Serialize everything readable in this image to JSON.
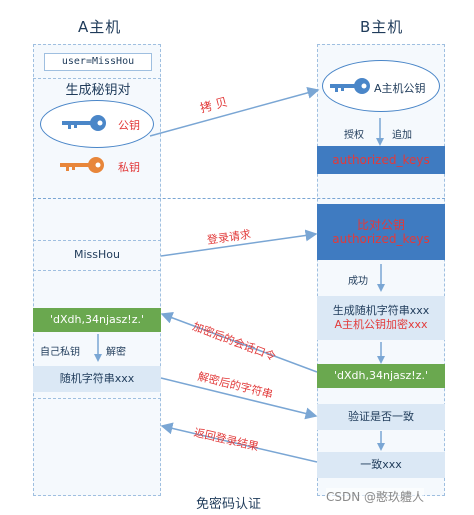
{
  "left_host": "A主机",
  "right_host": "B主机",
  "user_label": "user=MissHou",
  "gen_keypair": "生成秘钥对",
  "public_key": "公钥",
  "private_key": "私钥",
  "copy_label": "拷 贝",
  "a_pubkey": "A主机公钥",
  "authorize": "授权",
  "append": "追加",
  "authorized_keys": "authorized_keys",
  "login_request": "登录请求",
  "misshou": "MissHou",
  "compare_pubkey": "比对公钥",
  "authorized_keys2": "authorized_keys",
  "success": "成功",
  "gen_random_line1": "生成随机字符串xxx",
  "gen_random_line2": "A主机公钥加密xxx",
  "encrypted_string": "'dXdh,34njasz!z.'",
  "encrypted_code_label": "加密后的会话口令",
  "own_privkey": "自己私钥",
  "decrypt": "解密",
  "random_string": "随机字符串xxx",
  "decrypted_label": "解密后的字符串",
  "encrypted_string_b": "'dXdh,34njasz!z.'",
  "verify": "验证是否一致",
  "return_label": "返回登录结果",
  "consistent": "一致xxx",
  "caption": "免密码认证",
  "watermark": "CSDN @憨玖軆人",
  "colors": {
    "blue": "#3f7bc1",
    "green": "#6aa84f",
    "red": "#e23a3a",
    "navy": "#1f3b5a",
    "key_blue": "#4a86c8",
    "key_orange": "#e8863a"
  }
}
